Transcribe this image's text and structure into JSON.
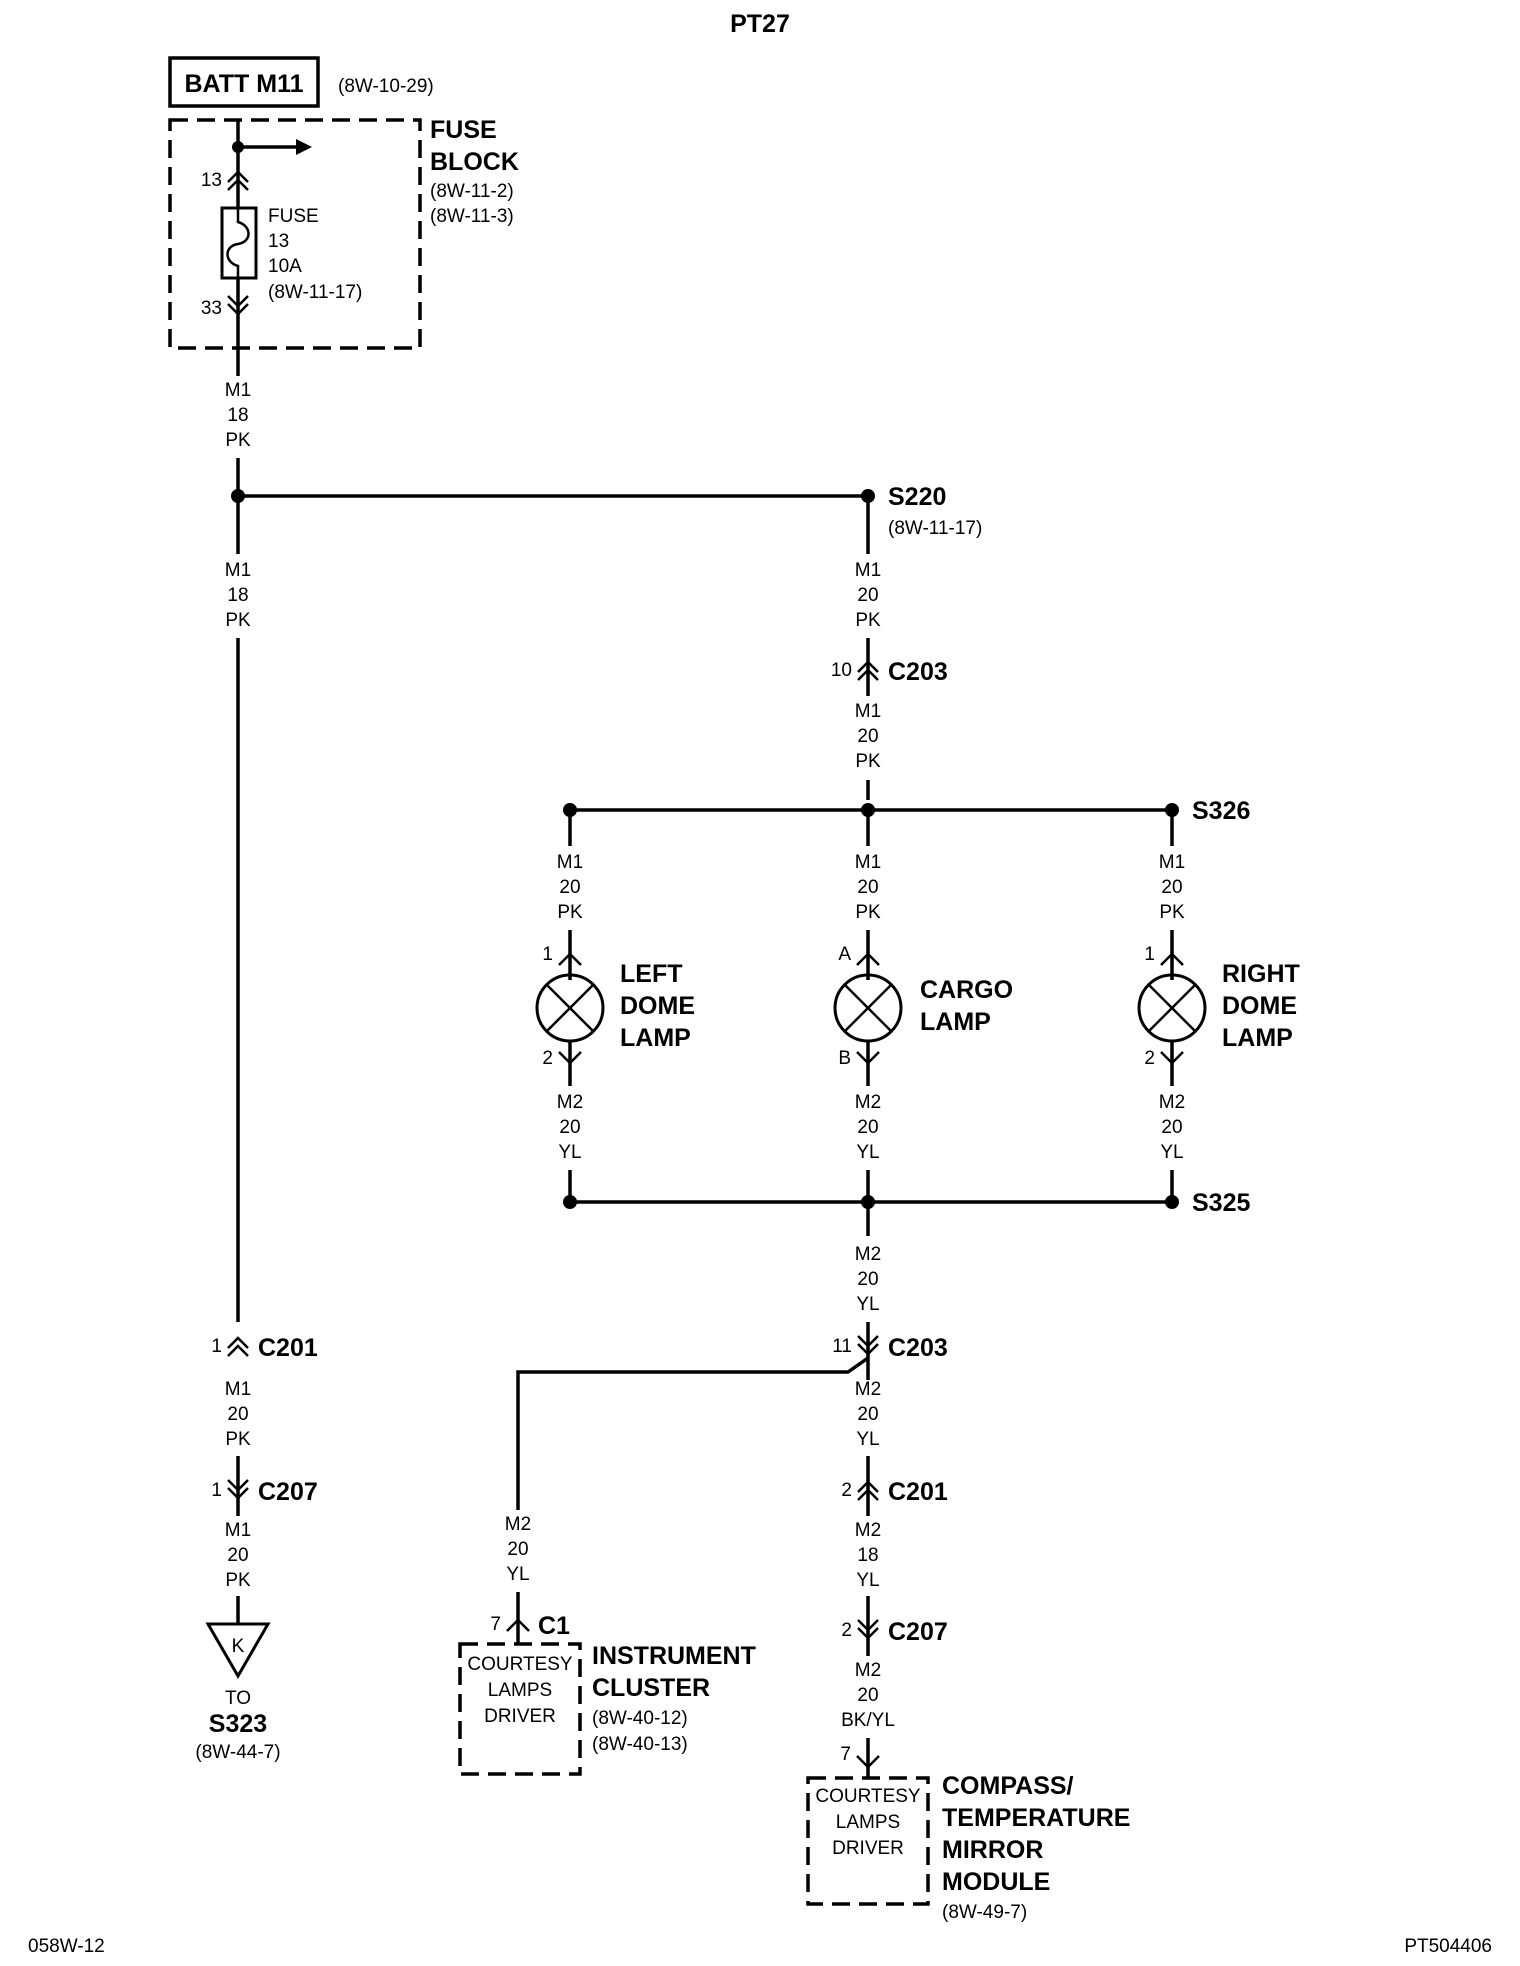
{
  "page_id": "PT27",
  "footer": {
    "left": "058W-12",
    "right": "PT504406"
  },
  "source": {
    "label": "BATT M11",
    "ref": "(8W-10-29)"
  },
  "fuse_block": {
    "title_1": "FUSE",
    "title_2": "BLOCK",
    "ref_1": "(8W-11-2)",
    "ref_2": "(8W-11-3)",
    "pin_in": "13",
    "pin_out": "33",
    "fuse_name": "FUSE",
    "fuse_num": "13",
    "fuse_rating": "10A",
    "fuse_ref": "(8W-11-17)"
  },
  "wires": {
    "main_top": [
      "M1",
      "18",
      "PK"
    ],
    "main_mid": [
      "M1",
      "18",
      "PK"
    ],
    "s220_down": [
      "M1",
      "20",
      "PK"
    ],
    "c203_down": [
      "M1",
      "20",
      "PK"
    ],
    "left_up": [
      "M1",
      "20",
      "PK"
    ],
    "center_up": [
      "M1",
      "20",
      "PK"
    ],
    "right_up": [
      "M1",
      "20",
      "PK"
    ],
    "left_low": [
      "M2",
      "20",
      "YL"
    ],
    "center_low": [
      "M2",
      "20",
      "YL"
    ],
    "right_low": [
      "M2",
      "20",
      "YL"
    ],
    "s325_down": [
      "M2",
      "20",
      "YL"
    ],
    "c203b_down": [
      "M2",
      "20",
      "YL"
    ],
    "c201b_down": [
      "M2",
      "18",
      "YL"
    ],
    "c207b_down": [
      "M2",
      "20",
      "BK/YL"
    ],
    "cluster_feed": [
      "M2",
      "20",
      "YL"
    ],
    "left_c201_down": [
      "M1",
      "20",
      "PK"
    ],
    "left_c207_down": [
      "M1",
      "20",
      "PK"
    ]
  },
  "splices": {
    "s220": "S220",
    "s220_ref": "(8W-11-17)",
    "s326": "S326",
    "s325": "S325"
  },
  "connectors": {
    "c203_top": {
      "pin": "10",
      "name": "C203"
    },
    "c203_bot": {
      "pin": "11",
      "name": "C203"
    },
    "c201_left": {
      "pin": "1",
      "name": "C201"
    },
    "c207_left": {
      "pin": "1",
      "name": "C207"
    },
    "c201_right": {
      "pin": "2",
      "name": "C201"
    },
    "c207_right": {
      "pin": "2",
      "name": "C207"
    },
    "c1": {
      "pin": "7",
      "name": "C1"
    },
    "mirror_pin": "7"
  },
  "lamps": {
    "left": {
      "name_1": "LEFT",
      "name_2": "DOME",
      "name_3": "LAMP",
      "pin_top": "1",
      "pin_bot": "2"
    },
    "cargo": {
      "name_1": "CARGO",
      "name_2": "LAMP",
      "pin_top": "A",
      "pin_bot": "B"
    },
    "right": {
      "name_1": "RIGHT",
      "name_2": "DOME",
      "name_3": "LAMP",
      "pin_top": "1",
      "pin_bot": "2"
    }
  },
  "offpage": {
    "letter": "K",
    "to": "TO",
    "dest": "S323",
    "ref": "(8W-44-7)"
  },
  "instrument_cluster": {
    "driver_1": "COURTESY",
    "driver_2": "LAMPS",
    "driver_3": "DRIVER",
    "title_1": "INSTRUMENT",
    "title_2": "CLUSTER",
    "ref_1": "(8W-40-12)",
    "ref_2": "(8W-40-13)"
  },
  "mirror_module": {
    "driver_1": "COURTESY",
    "driver_2": "LAMPS",
    "driver_3": "DRIVER",
    "title_1": "COMPASS/",
    "title_2": "TEMPERATURE",
    "title_3": "MIRROR",
    "title_4": "MODULE",
    "ref": "(8W-49-7)"
  }
}
